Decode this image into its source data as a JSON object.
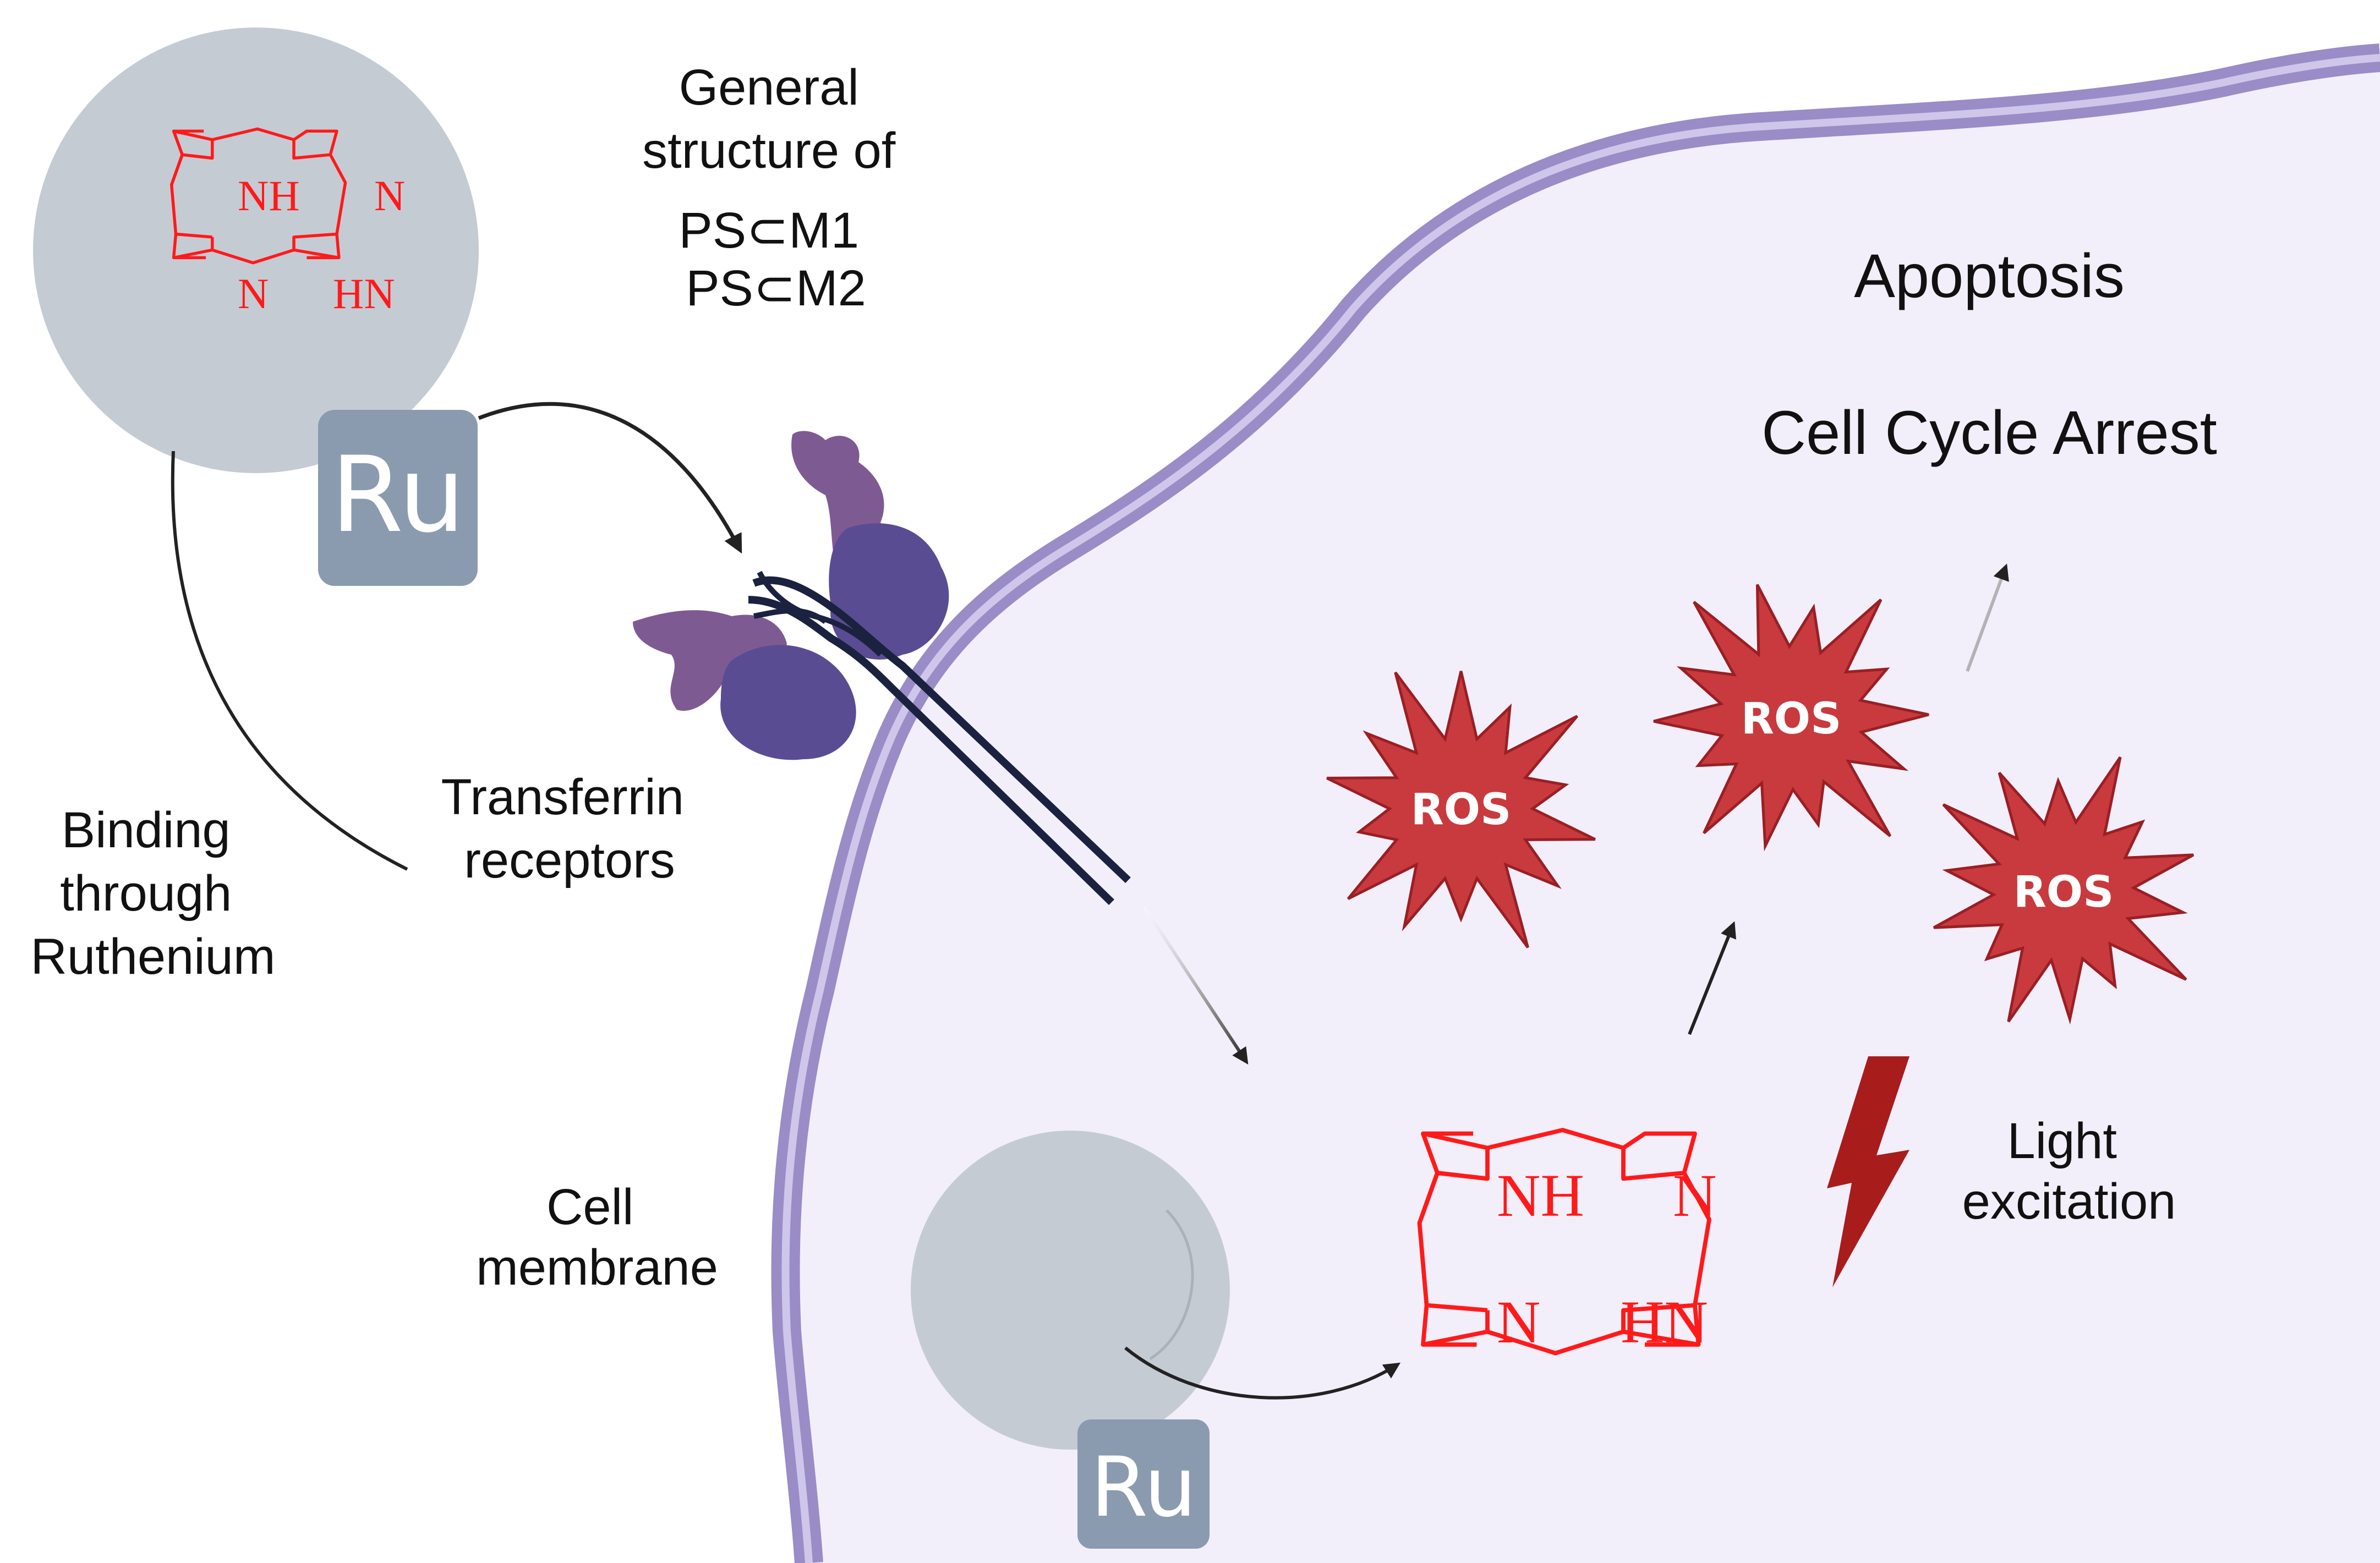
{
  "labels": {
    "general_structure": [
      "General",
      "structure of",
      "PS⊂M1",
      "PS⊂M2"
    ],
    "binding": [
      "Binding",
      "through",
      "Ruthenium"
    ],
    "receptors": [
      "Transferrin",
      "receptors"
    ],
    "membrane": [
      "Cell",
      "membrane"
    ],
    "light": [
      "Light",
      "excitation"
    ],
    "apoptosis": "Apoptosis",
    "cell_cycle": "Cell Cycle Arrest",
    "ru": "Ru",
    "ros": "ROS"
  },
  "porphyrin_atoms": [
    "NH",
    "N",
    "N",
    "HN"
  ],
  "colors": {
    "porphyrin": "#ff1a1a",
    "ros_fill": "#c83a3e",
    "ros_stroke": "#9a1f24",
    "membrane": "#9a8cc7",
    "cytoplasm": "#f2effa",
    "particle": "#c5cbd3",
    "ru_box": "#8a9bb0",
    "bolt": "#a81c1c",
    "receptor_light": "#7e5a93",
    "receptor_dark": "#5a4c93",
    "receptor_chains": "#1a2240"
  }
}
